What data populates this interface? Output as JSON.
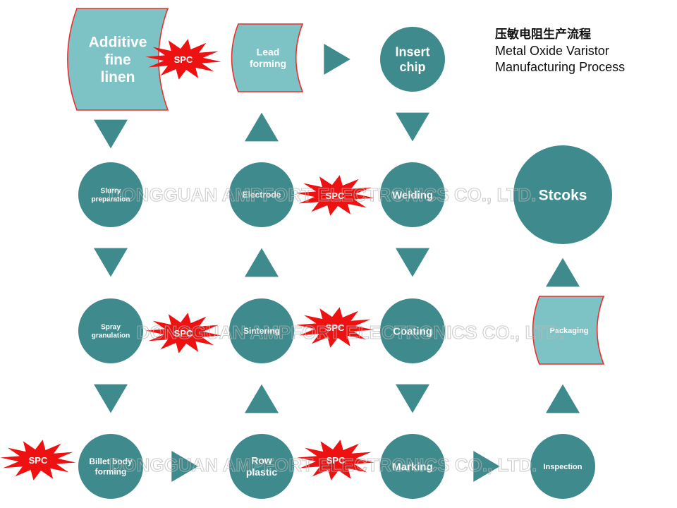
{
  "title": {
    "chinese": "压敏电阻生产流程",
    "line1": "Metal Oxide Varistor",
    "line2": "Manufacturing Process"
  },
  "watermark": {
    "text": "DONGGUAN AMPFORT ELECTRONICS CO., LTD.",
    "color": "#b8b8b8"
  },
  "colors": {
    "circle": "#3e8a8c",
    "arrow": "#3e8a8c",
    "scroll_fill": "#7dc3c5",
    "scroll_border": "#e8302f",
    "starburst": "#ee1111",
    "text": "#ffffff"
  },
  "nodes": {
    "additive": [
      "Additive",
      "fine",
      "linen"
    ],
    "lead_forming": [
      "Lead",
      "forming"
    ],
    "insert_chip": [
      "Insert",
      "chip"
    ],
    "slurry": [
      "Slurry",
      "preparation"
    ],
    "electrode": [
      "Electrode"
    ],
    "welding": [
      "Welding"
    ],
    "stocks": [
      "Stcoks"
    ],
    "spray": [
      "Spray",
      "granulation"
    ],
    "sintering": [
      "Sintering"
    ],
    "coating": [
      "Coating"
    ],
    "packaging": [
      "Packaging"
    ],
    "billet": [
      "Billet body",
      "forming"
    ],
    "row_plastic": [
      "Row",
      "plastic"
    ],
    "marking": [
      "Marking"
    ],
    "inspection": [
      "Inspection"
    ]
  },
  "spc_label": "SPC"
}
